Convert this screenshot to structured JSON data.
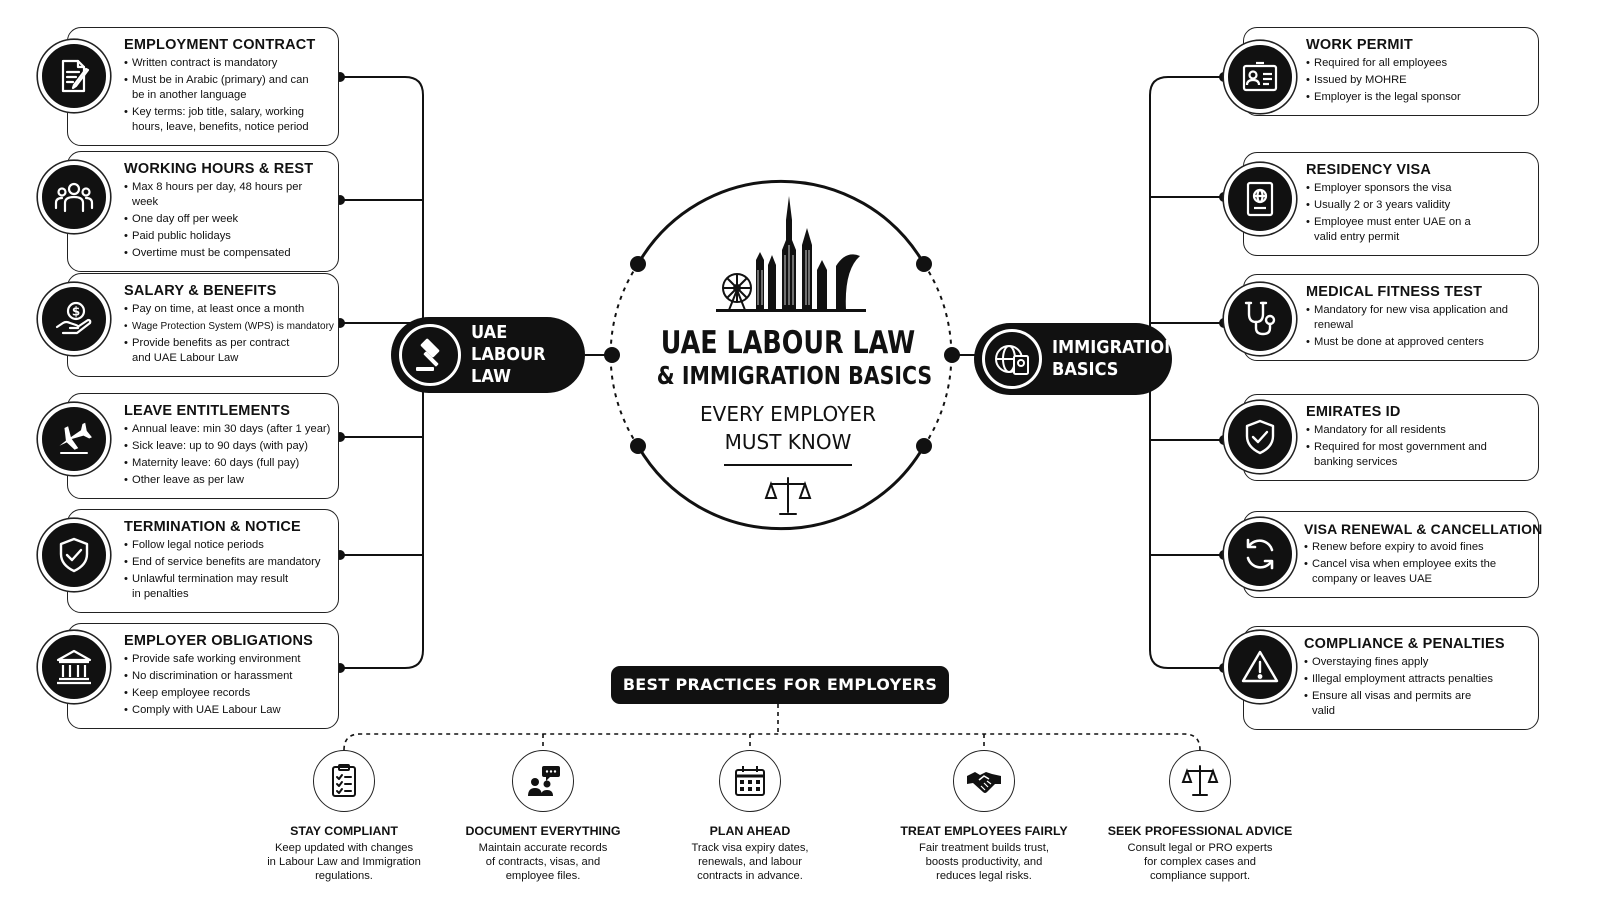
{
  "center": {
    "title": "UAE LABOUR LAW",
    "subtitle": "& IMMIGRATION BASICS",
    "tagline": "EVERY EMPLOYER\nMUST KNOW"
  },
  "hubs": {
    "labour": {
      "label": "UAE\nLABOUR LAW",
      "icon": "gavel-icon"
    },
    "immigration": {
      "label": "IMMIGRATION\nBASICS",
      "icon": "globe-passport-icon"
    }
  },
  "labour_cards": [
    {
      "title": "EMPLOYMENT CONTRACT",
      "icon": "contract-pen-icon",
      "items": [
        "Written contract is mandatory",
        "Must be in Arabic (primary) and can be in another language",
        "Key terms: job title, salary, working hours, leave, benefits, notice period"
      ]
    },
    {
      "title": "WORKING HOURS & REST",
      "icon": "team-people-icon",
      "items": [
        "Max 8 hours per day, 48 hours per week",
        "One day off per week",
        "Paid public holidays",
        "Overtime must be compensated"
      ]
    },
    {
      "title": "SALARY & BENEFITS",
      "icon": "hand-coin-icon",
      "items": [
        "Pay on time, at least once a month",
        "Wage Protection System (WPS) is mandatory",
        "Provide benefits as per contract and UAE Labour Law"
      ]
    },
    {
      "title": "LEAVE ENTITLEMENTS",
      "icon": "airplane-icon",
      "items": [
        "Annual leave: min 30 days (after 1 year)",
        "Sick leave: up to 90 days (with pay)",
        "Maternity leave: 60 days (full pay)",
        "Other leave as per law"
      ]
    },
    {
      "title": "TERMINATION & NOTICE",
      "icon": "shield-check-icon",
      "items": [
        "Follow legal notice periods",
        "End of service benefits are mandatory",
        "Unlawful termination may result in penalties"
      ]
    },
    {
      "title": "EMPLOYER OBLIGATIONS",
      "icon": "bank-building-icon",
      "items": [
        "Provide safe working environment",
        "No discrimination or harassment",
        "Keep employee records",
        "Comply with UAE Labour Law"
      ]
    }
  ],
  "immigration_cards": [
    {
      "title": "WORK PERMIT",
      "icon": "id-card-icon",
      "items": [
        "Required for all employees",
        "Issued by MOHRE",
        "Employer is the legal sponsor"
      ]
    },
    {
      "title": "RESIDENCY VISA",
      "icon": "passport-icon",
      "items": [
        "Employer sponsors the visa",
        "Usually 2 or 3 years validity",
        "Employee must enter UAE on a valid entry permit"
      ]
    },
    {
      "title": "MEDICAL FITNESS TEST",
      "icon": "stethoscope-icon",
      "items": [
        "Mandatory for new visa application and renewal",
        "Must be done at approved centers"
      ]
    },
    {
      "title": "EMIRATES ID",
      "icon": "shield-check-icon",
      "items": [
        "Mandatory for all residents",
        "Required for most government and banking services"
      ]
    },
    {
      "title": "VISA RENEWAL & CANCELLATION",
      "icon": "refresh-arrows-icon",
      "items": [
        "Renew before expiry to avoid fines",
        "Cancel visa when employee exits the company or leaves UAE"
      ]
    },
    {
      "title": "COMPLIANCE & PENALTIES",
      "icon": "warning-triangle-icon",
      "items": [
        "Overstaying fines apply",
        "Illegal employment attracts penalties",
        "Ensure all visas and permits are valid"
      ]
    }
  ],
  "best_practices": {
    "banner": "BEST PRACTICES FOR EMPLOYERS",
    "items": [
      {
        "title": "STAY COMPLIANT",
        "text": "Keep updated with changes\nin Labour Law and Immigration\nregulations.",
        "icon": "checklist-clipboard-icon"
      },
      {
        "title": "DOCUMENT EVERYTHING",
        "text": "Maintain accurate records\nof contracts, visas, and\nemployee files.",
        "icon": "people-chat-icon"
      },
      {
        "title": "PLAN AHEAD",
        "text": "Track visa expiry dates,\nrenewals, and labour\ncontracts in advance.",
        "icon": "calendar-icon"
      },
      {
        "title": "TREAT EMPLOYEES FAIRLY",
        "text": "Fair treatment builds trust,\nboosts productivity, and\nreduces legal risks.",
        "icon": "handshake-icon"
      },
      {
        "title": "SEEK PROFESSIONAL ADVICE",
        "text": "Consult legal or PRO experts\nfor complex cases and\ncompliance support.",
        "icon": "scales-icon"
      }
    ]
  }
}
